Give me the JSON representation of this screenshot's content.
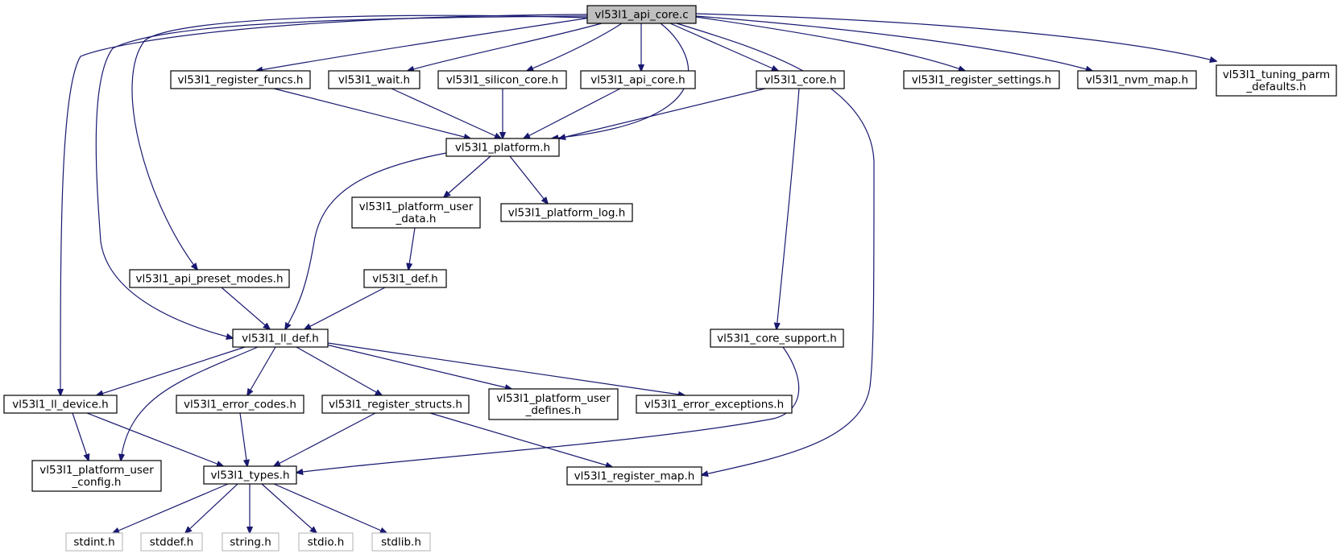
{
  "graph": {
    "colors": {
      "edge": "#191970",
      "root_fill": "#bfbfbf",
      "node_border": "#000000",
      "system_header_border": "#bfbfbf"
    },
    "nodes": [
      {
        "id": "api_core_c",
        "lines": [
          "vl53l1_api_core.c"
        ],
        "kind": "root"
      },
      {
        "id": "register_funcs",
        "lines": [
          "vl53l1_register_funcs.h"
        ],
        "kind": "header"
      },
      {
        "id": "wait",
        "lines": [
          "vl53l1_wait.h"
        ],
        "kind": "header"
      },
      {
        "id": "silicon_core",
        "lines": [
          "vl53l1_silicon_core.h"
        ],
        "kind": "header"
      },
      {
        "id": "api_core_h",
        "lines": [
          "vl53l1_api_core.h"
        ],
        "kind": "header"
      },
      {
        "id": "core_h",
        "lines": [
          "vl53l1_core.h"
        ],
        "kind": "header"
      },
      {
        "id": "register_settings",
        "lines": [
          "vl53l1_register_settings.h"
        ],
        "kind": "header"
      },
      {
        "id": "nvm_map",
        "lines": [
          "vl53l1_nvm_map.h"
        ],
        "kind": "header"
      },
      {
        "id": "tuning_parm",
        "lines": [
          "vl53l1_tuning_parm",
          "_defaults.h"
        ],
        "kind": "header"
      },
      {
        "id": "platform",
        "lines": [
          "vl53l1_platform.h"
        ],
        "kind": "header"
      },
      {
        "id": "platform_user_data",
        "lines": [
          "vl53l1_platform_user",
          "_data.h"
        ],
        "kind": "header"
      },
      {
        "id": "platform_log",
        "lines": [
          "vl53l1_platform_log.h"
        ],
        "kind": "header"
      },
      {
        "id": "api_preset_modes",
        "lines": [
          "vl53l1_api_preset_modes.h"
        ],
        "kind": "header"
      },
      {
        "id": "def",
        "lines": [
          "vl53l1_def.h"
        ],
        "kind": "header"
      },
      {
        "id": "ll_def",
        "lines": [
          "vl53l1_ll_def.h"
        ],
        "kind": "header"
      },
      {
        "id": "core_support",
        "lines": [
          "vl53l1_core_support.h"
        ],
        "kind": "header"
      },
      {
        "id": "ll_device",
        "lines": [
          "vl53l1_ll_device.h"
        ],
        "kind": "header"
      },
      {
        "id": "error_codes",
        "lines": [
          "vl53l1_error_codes.h"
        ],
        "kind": "header"
      },
      {
        "id": "register_structs",
        "lines": [
          "vl53l1_register_structs.h"
        ],
        "kind": "header"
      },
      {
        "id": "platform_user_defines",
        "lines": [
          "vl53l1_platform_user",
          "_defines.h"
        ],
        "kind": "header"
      },
      {
        "id": "error_exceptions",
        "lines": [
          "vl53l1_error_exceptions.h"
        ],
        "kind": "header"
      },
      {
        "id": "platform_user_config",
        "lines": [
          "vl53l1_platform_user",
          "_config.h"
        ],
        "kind": "header"
      },
      {
        "id": "types",
        "lines": [
          "vl53l1_types.h"
        ],
        "kind": "header"
      },
      {
        "id": "register_map",
        "lines": [
          "vl53l1_register_map.h"
        ],
        "kind": "header"
      },
      {
        "id": "stdint",
        "lines": [
          "stdint.h"
        ],
        "kind": "system"
      },
      {
        "id": "stddef",
        "lines": [
          "stddef.h"
        ],
        "kind": "system"
      },
      {
        "id": "string",
        "lines": [
          "string.h"
        ],
        "kind": "system"
      },
      {
        "id": "stdio",
        "lines": [
          "stdio.h"
        ],
        "kind": "system"
      },
      {
        "id": "stdlib",
        "lines": [
          "stdlib.h"
        ],
        "kind": "system"
      }
    ],
    "edges": [
      {
        "from": "api_core_c",
        "to": "register_funcs"
      },
      {
        "from": "api_core_c",
        "to": "wait"
      },
      {
        "from": "api_core_c",
        "to": "silicon_core"
      },
      {
        "from": "api_core_c",
        "to": "api_core_h"
      },
      {
        "from": "api_core_c",
        "to": "core_h"
      },
      {
        "from": "api_core_c",
        "to": "register_settings"
      },
      {
        "from": "api_core_c",
        "to": "nvm_map"
      },
      {
        "from": "api_core_c",
        "to": "tuning_parm"
      },
      {
        "from": "api_core_c",
        "to": "platform"
      },
      {
        "from": "api_core_c",
        "to": "api_preset_modes"
      },
      {
        "from": "api_core_c",
        "to": "ll_def"
      },
      {
        "from": "api_core_c",
        "to": "ll_device"
      },
      {
        "from": "api_core_c",
        "to": "register_map"
      },
      {
        "from": "register_funcs",
        "to": "platform"
      },
      {
        "from": "wait",
        "to": "platform"
      },
      {
        "from": "silicon_core",
        "to": "platform"
      },
      {
        "from": "api_core_h",
        "to": "platform"
      },
      {
        "from": "core_h",
        "to": "platform"
      },
      {
        "from": "core_h",
        "to": "core_support"
      },
      {
        "from": "platform",
        "to": "platform_user_data"
      },
      {
        "from": "platform",
        "to": "platform_log"
      },
      {
        "from": "platform",
        "to": "ll_def"
      },
      {
        "from": "platform_user_data",
        "to": "def"
      },
      {
        "from": "def",
        "to": "ll_def"
      },
      {
        "from": "api_preset_modes",
        "to": "ll_def"
      },
      {
        "from": "ll_def",
        "to": "ll_device"
      },
      {
        "from": "ll_def",
        "to": "platform_user_config"
      },
      {
        "from": "ll_def",
        "to": "error_codes"
      },
      {
        "from": "ll_def",
        "to": "register_structs"
      },
      {
        "from": "ll_def",
        "to": "platform_user_defines"
      },
      {
        "from": "ll_def",
        "to": "error_exceptions"
      },
      {
        "from": "core_support",
        "to": "types"
      },
      {
        "from": "ll_device",
        "to": "platform_user_config"
      },
      {
        "from": "ll_device",
        "to": "types"
      },
      {
        "from": "error_codes",
        "to": "types"
      },
      {
        "from": "register_structs",
        "to": "types"
      },
      {
        "from": "register_structs",
        "to": "register_map"
      },
      {
        "from": "types",
        "to": "stdint"
      },
      {
        "from": "types",
        "to": "stddef"
      },
      {
        "from": "types",
        "to": "string"
      },
      {
        "from": "types",
        "to": "stdio"
      },
      {
        "from": "types",
        "to": "stdlib"
      }
    ]
  }
}
